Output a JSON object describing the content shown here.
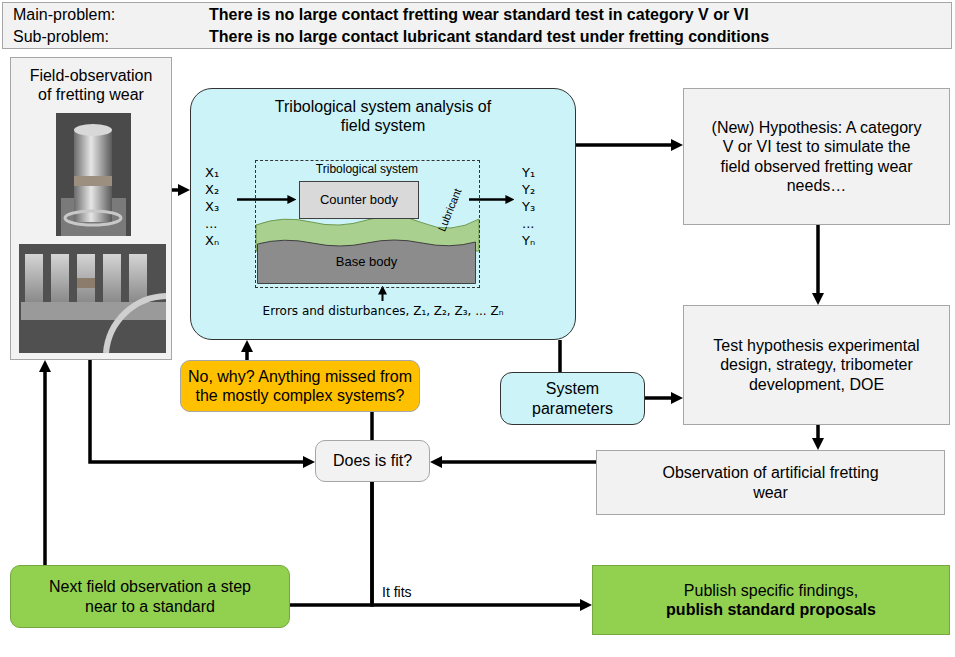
{
  "diagram": {
    "nodes": [
      {
        "text": [
          "Main-problem:",
          "There is no large contact fretting wear standard test in category V or VI",
          "Sub-problem:",
          "There is no large contact lubricant standard test under fretting conditions"
        ]
      },
      {
        "text": [
          "Field-observation of fretting wear"
        ]
      },
      {
        "text": [
          "Tribological system analysis of field system"
        ]
      },
      {
        "text": [
          "Tribological system"
        ],
        "in": 2
      },
      {
        "text": [
          "Counter body"
        ],
        "in": 3
      },
      {
        "text": [
          "Base body"
        ],
        "in": 3
      },
      {
        "text": [
          "(New) Hypothesis: A category V or VI test to simulate the field observed fretting wear needs…"
        ]
      },
      {
        "text": [
          "Test hypothesis experimental design, strategy, tribometer development, DOE"
        ]
      },
      {
        "text": [
          "System parameters"
        ]
      },
      {
        "text": [
          "Observation of artificial fretting wear"
        ]
      },
      {
        "text": [
          "No, why? Anything missed from the mostly complex systems?"
        ]
      },
      {
        "text": [
          "Does is fit?"
        ]
      },
      {
        "text": [
          "Next field observation a step near to a standard"
        ]
      },
      {
        "text": [
          "Publish specific findings,",
          "publish standard proposals"
        ]
      }
    ],
    "edges": [
      {
        "from": 1,
        "to": 2,
        "arrow": "to"
      },
      {
        "from": 2,
        "to": 6,
        "arrow": "to"
      },
      {
        "from": 6,
        "to": 7,
        "arrow": "to"
      },
      {
        "from": 2,
        "to": 8,
        "arrow": "none"
      },
      {
        "from": 8,
        "to": 7,
        "arrow": "to"
      },
      {
        "from": 7,
        "to": 9,
        "arrow": "to"
      },
      {
        "from": 9,
        "to": 11,
        "arrow": "to"
      },
      {
        "from": 1,
        "to": 11,
        "arrow": "to"
      },
      {
        "from": 11,
        "to": 10,
        "arrow": "none"
      },
      {
        "from": 10,
        "to": 2,
        "arrow": "to"
      },
      {
        "from": 11,
        "to": 13,
        "label": "It fits",
        "arrow": "to"
      },
      {
        "from": 11,
        "to": 12,
        "arrow": "none"
      },
      {
        "from": 12,
        "to": 1,
        "arrow": "to"
      }
    ],
    "labels": [
      "X₁",
      "X₂",
      "X₃",
      "...",
      "Xₙ",
      "Y₁",
      "Y₂",
      "Y₃",
      "...",
      "Yₙ",
      "Lubricant",
      "Errors and disturbances, Z₁, Z₂, Z₃, ... Zₙ"
    ]
  }
}
